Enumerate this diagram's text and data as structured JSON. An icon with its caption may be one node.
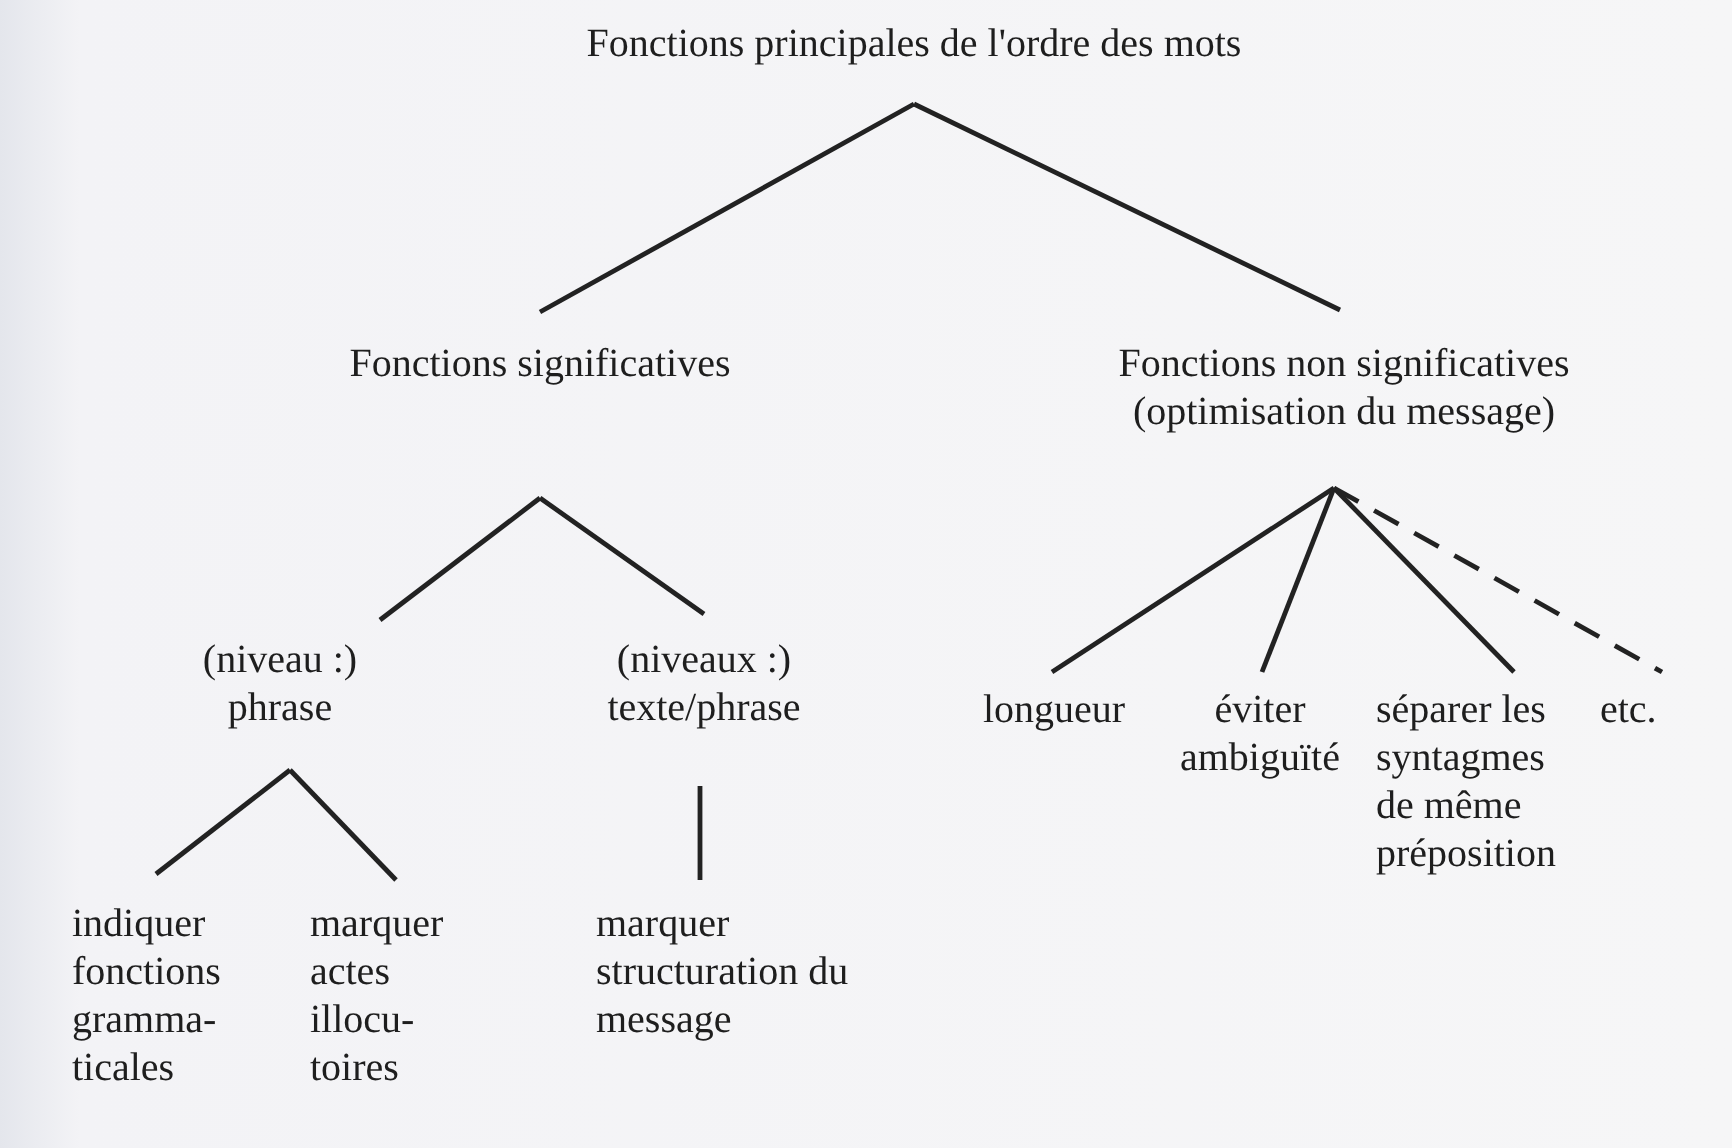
{
  "diagram": {
    "nodes": [
      {
        "text": [
          "Fonctions principales de l'ordre des mots"
        ]
      },
      {
        "text": [
          "Fonctions significatives"
        ]
      },
      {
        "text": [
          "Fonctions non significatives (optimisation du message)"
        ]
      },
      {
        "text": [
          "(niveau :) phrase"
        ]
      },
      {
        "text": [
          "(niveaux :) texte/phrase"
        ]
      },
      {
        "text": [
          "indiquer fonctions gramma- ticales"
        ]
      },
      {
        "text": [
          "marquer actes illocu- toires"
        ]
      },
      {
        "text": [
          "marquer structuration du message"
        ]
      },
      {
        "text": [
          "longueur"
        ]
      },
      {
        "text": [
          "éviter ambiguïté"
        ]
      },
      {
        "text": [
          "séparer les syntagmes de même préposition"
        ]
      },
      {
        "text": [
          "etc."
        ]
      }
    ],
    "edges": [
      {
        "from": 0,
        "to": 1,
        "arrow": "none"
      },
      {
        "from": 0,
        "to": 2,
        "arrow": "none"
      },
      {
        "from": 1,
        "to": 3,
        "arrow": "none"
      },
      {
        "from": 1,
        "to": 4,
        "arrow": "none"
      },
      {
        "from": 3,
        "to": 5,
        "arrow": "none"
      },
      {
        "from": 3,
        "to": 6,
        "arrow": "none"
      },
      {
        "from": 4,
        "to": 7,
        "arrow": "none"
      },
      {
        "from": 2,
        "to": 8,
        "arrow": "none"
      },
      {
        "from": 2,
        "to": 9,
        "arrow": "none"
      },
      {
        "from": 2,
        "to": 10,
        "arrow": "none"
      },
      {
        "from": 2,
        "to": 11,
        "arrow": "none",
        "style": "dashed"
      }
    ]
  }
}
